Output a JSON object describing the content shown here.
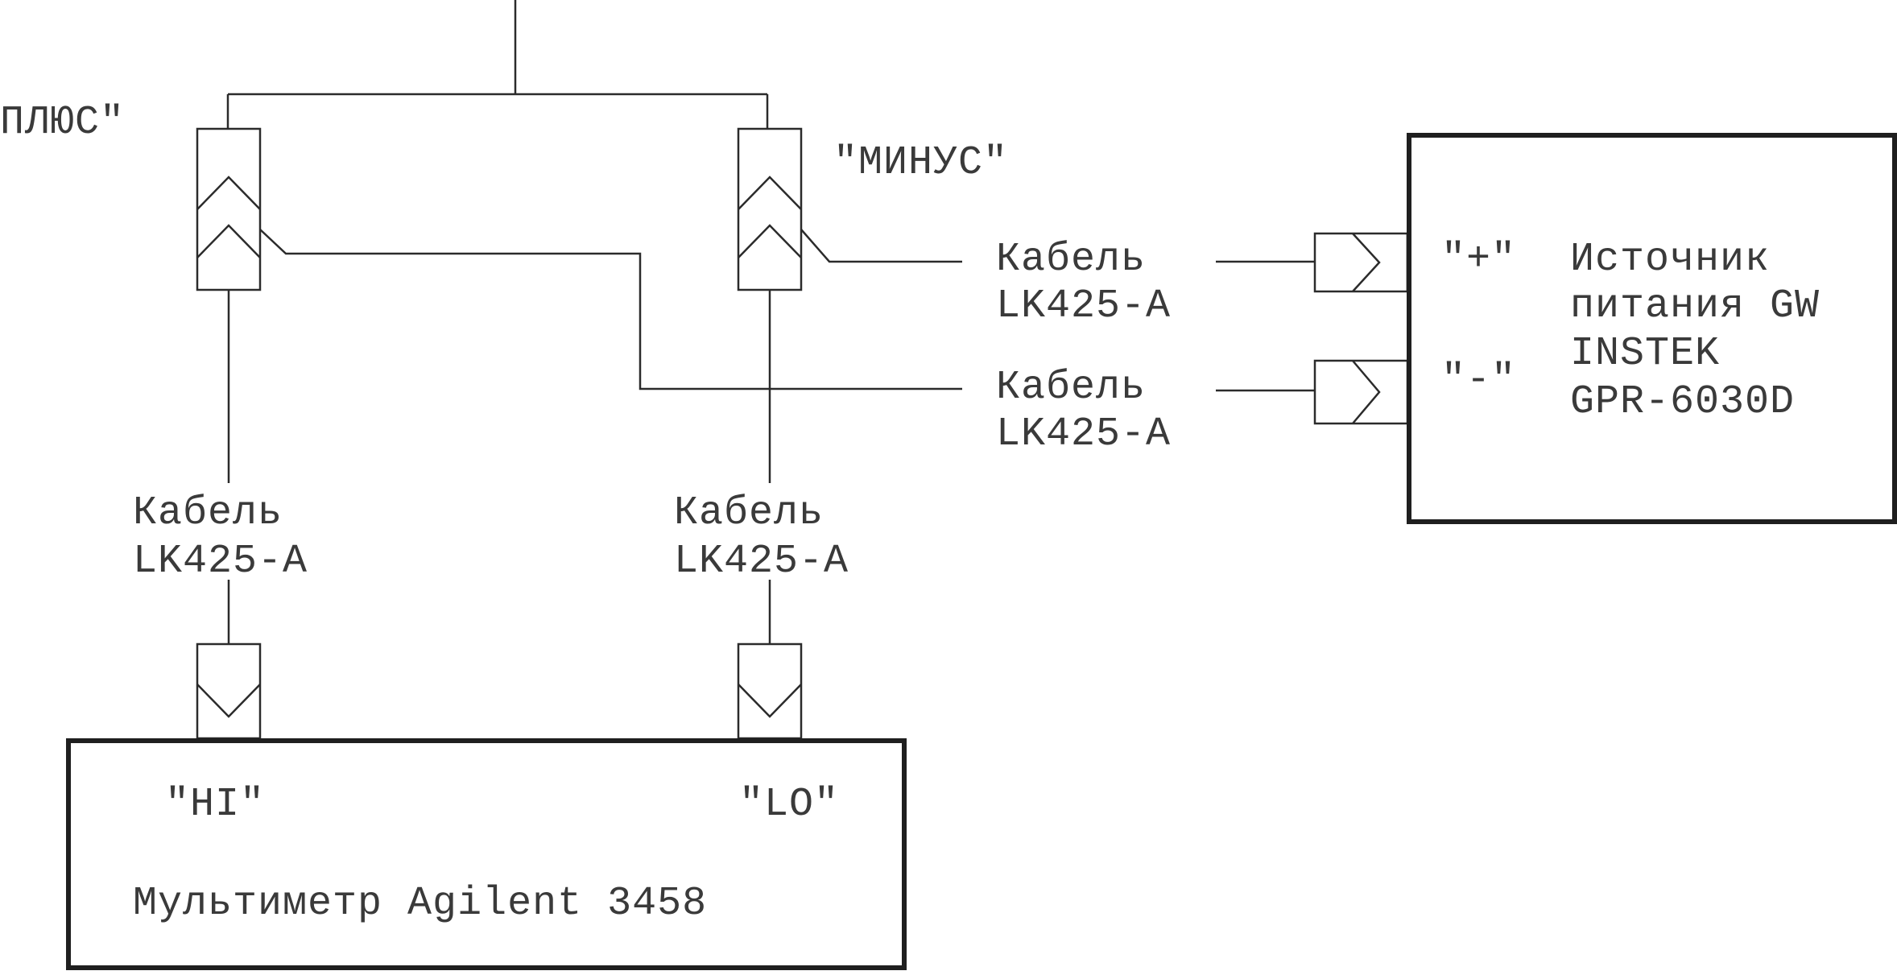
{
  "probes": {
    "plus_label": "ПЛЮС\"",
    "minus_label": "\"МИНУС\""
  },
  "cables": {
    "top": {
      "line1": "Кабель",
      "line2": "LK425-A"
    },
    "middle": {
      "line1": "Кабель",
      "line2": "LK425-A"
    },
    "left": {
      "line1": "Кабель",
      "line2": "LK425-A"
    },
    "right": {
      "line1": "Кабель",
      "line2": "LK425-A"
    }
  },
  "power_supply": {
    "plus_terminal": "\"+\"",
    "minus_terminal": "\"-\"",
    "name_line1": "Источник",
    "name_line2": "питания GW",
    "name_line3": "INSTEK",
    "name_line4": "GPR-6030D"
  },
  "multimeter": {
    "hi_terminal": "\"HI\"",
    "lo_terminal": "\"LO\"",
    "name": "Мультиметр Agilent 3458"
  }
}
